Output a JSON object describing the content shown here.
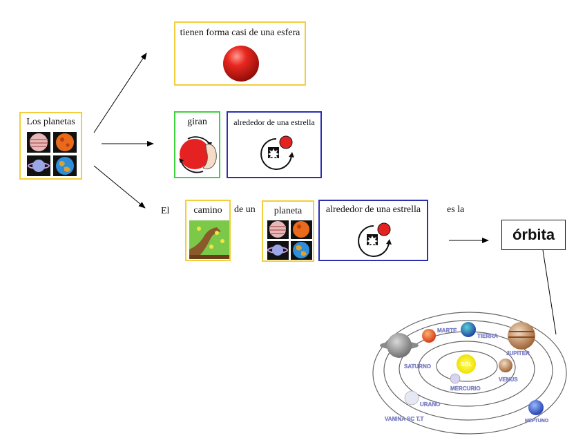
{
  "concept": {
    "title": "Los planetas"
  },
  "properties": {
    "shape": "tienen forma casi de una esfera",
    "rotate": "giran",
    "around_star": "alrededor de una estrella"
  },
  "sentence": {
    "w1": "El",
    "w2": "camino",
    "w3": "de un",
    "w4": "planeta",
    "w5": "alrededor de una estrella",
    "w6": "es la"
  },
  "result": {
    "word": "órbita"
  },
  "solar_system": {
    "labels": [
      "MARTE",
      "TIERRA",
      "JUPITER",
      "SATURNO",
      "SOL",
      "VENUS",
      "MERCURIO",
      "URANO",
      "VANINA SC T.T",
      "NEPTUNO"
    ]
  },
  "colors": {
    "yellow_frame": "#f2cf3a",
    "green_frame": "#3fd23f",
    "blue_frame": "#2b2fb0",
    "red_sphere": "#e0201a"
  }
}
